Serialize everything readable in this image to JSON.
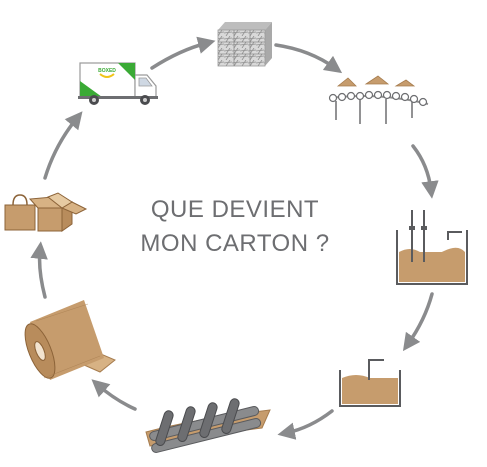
{
  "diagram": {
    "title_line1": "QUE DEVIENT",
    "title_line2": "MON CARTON ?",
    "steps": [
      {
        "name": "bales",
        "icon": "paper-bale-icon"
      },
      {
        "name": "conveyor",
        "icon": "conveyor-belt-icon"
      },
      {
        "name": "pulper",
        "icon": "pulper-tank-icon"
      },
      {
        "name": "pulp-tank",
        "icon": "pulp-tank-icon"
      },
      {
        "name": "rollers",
        "icon": "paper-rollers-icon"
      },
      {
        "name": "paper-roll",
        "icon": "cardboard-roll-icon"
      },
      {
        "name": "packaging",
        "icon": "bag-and-box-icon"
      },
      {
        "name": "delivery",
        "icon": "delivery-truck-icon"
      }
    ],
    "truck_logo_text": "BOXED",
    "colors": {
      "arrow": "#8a8b8d",
      "title": "#6d6e71",
      "cardboard": "#c69c6d",
      "cardboard_dark": "#a67c4e",
      "machine": "#5a5b5e",
      "truck_green": "#3aaa35"
    }
  }
}
